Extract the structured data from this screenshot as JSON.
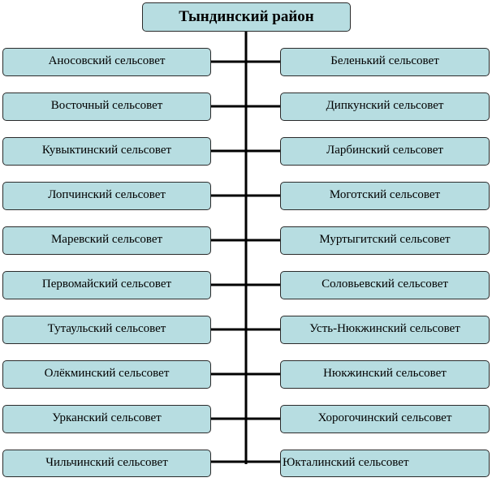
{
  "diagram": {
    "title": "Тындинский район",
    "left": [
      "Аносовский сельсовет",
      "Восточный сельсовет",
      "Кувыктинский сельсовет",
      "Лопчинский сельсовет",
      "Маревский сельсовет",
      "Первомайский сельсовет",
      "Тутаульский сельсовет",
      "Олёкминский сельсовет",
      "Урканский сельсовет",
      "Чильчинский сельсовет"
    ],
    "right": [
      "Беленький сельсовет",
      "Дипкунский сельсовет",
      "Ларбинский сельсовет",
      "Моготский сельсовет",
      "Муртыгитский сельсовет",
      "Соловьевский сельсовет",
      "Усть-Нюкжинский сельсовет",
      "Нюкжинский сельсовет",
      "Хорогочинский сельсовет",
      "Юкталинский сельсовет"
    ],
    "colors": {
      "node_fill": "#b7dde1",
      "node_border": "#2b2b2b",
      "connector": "#000000"
    }
  }
}
